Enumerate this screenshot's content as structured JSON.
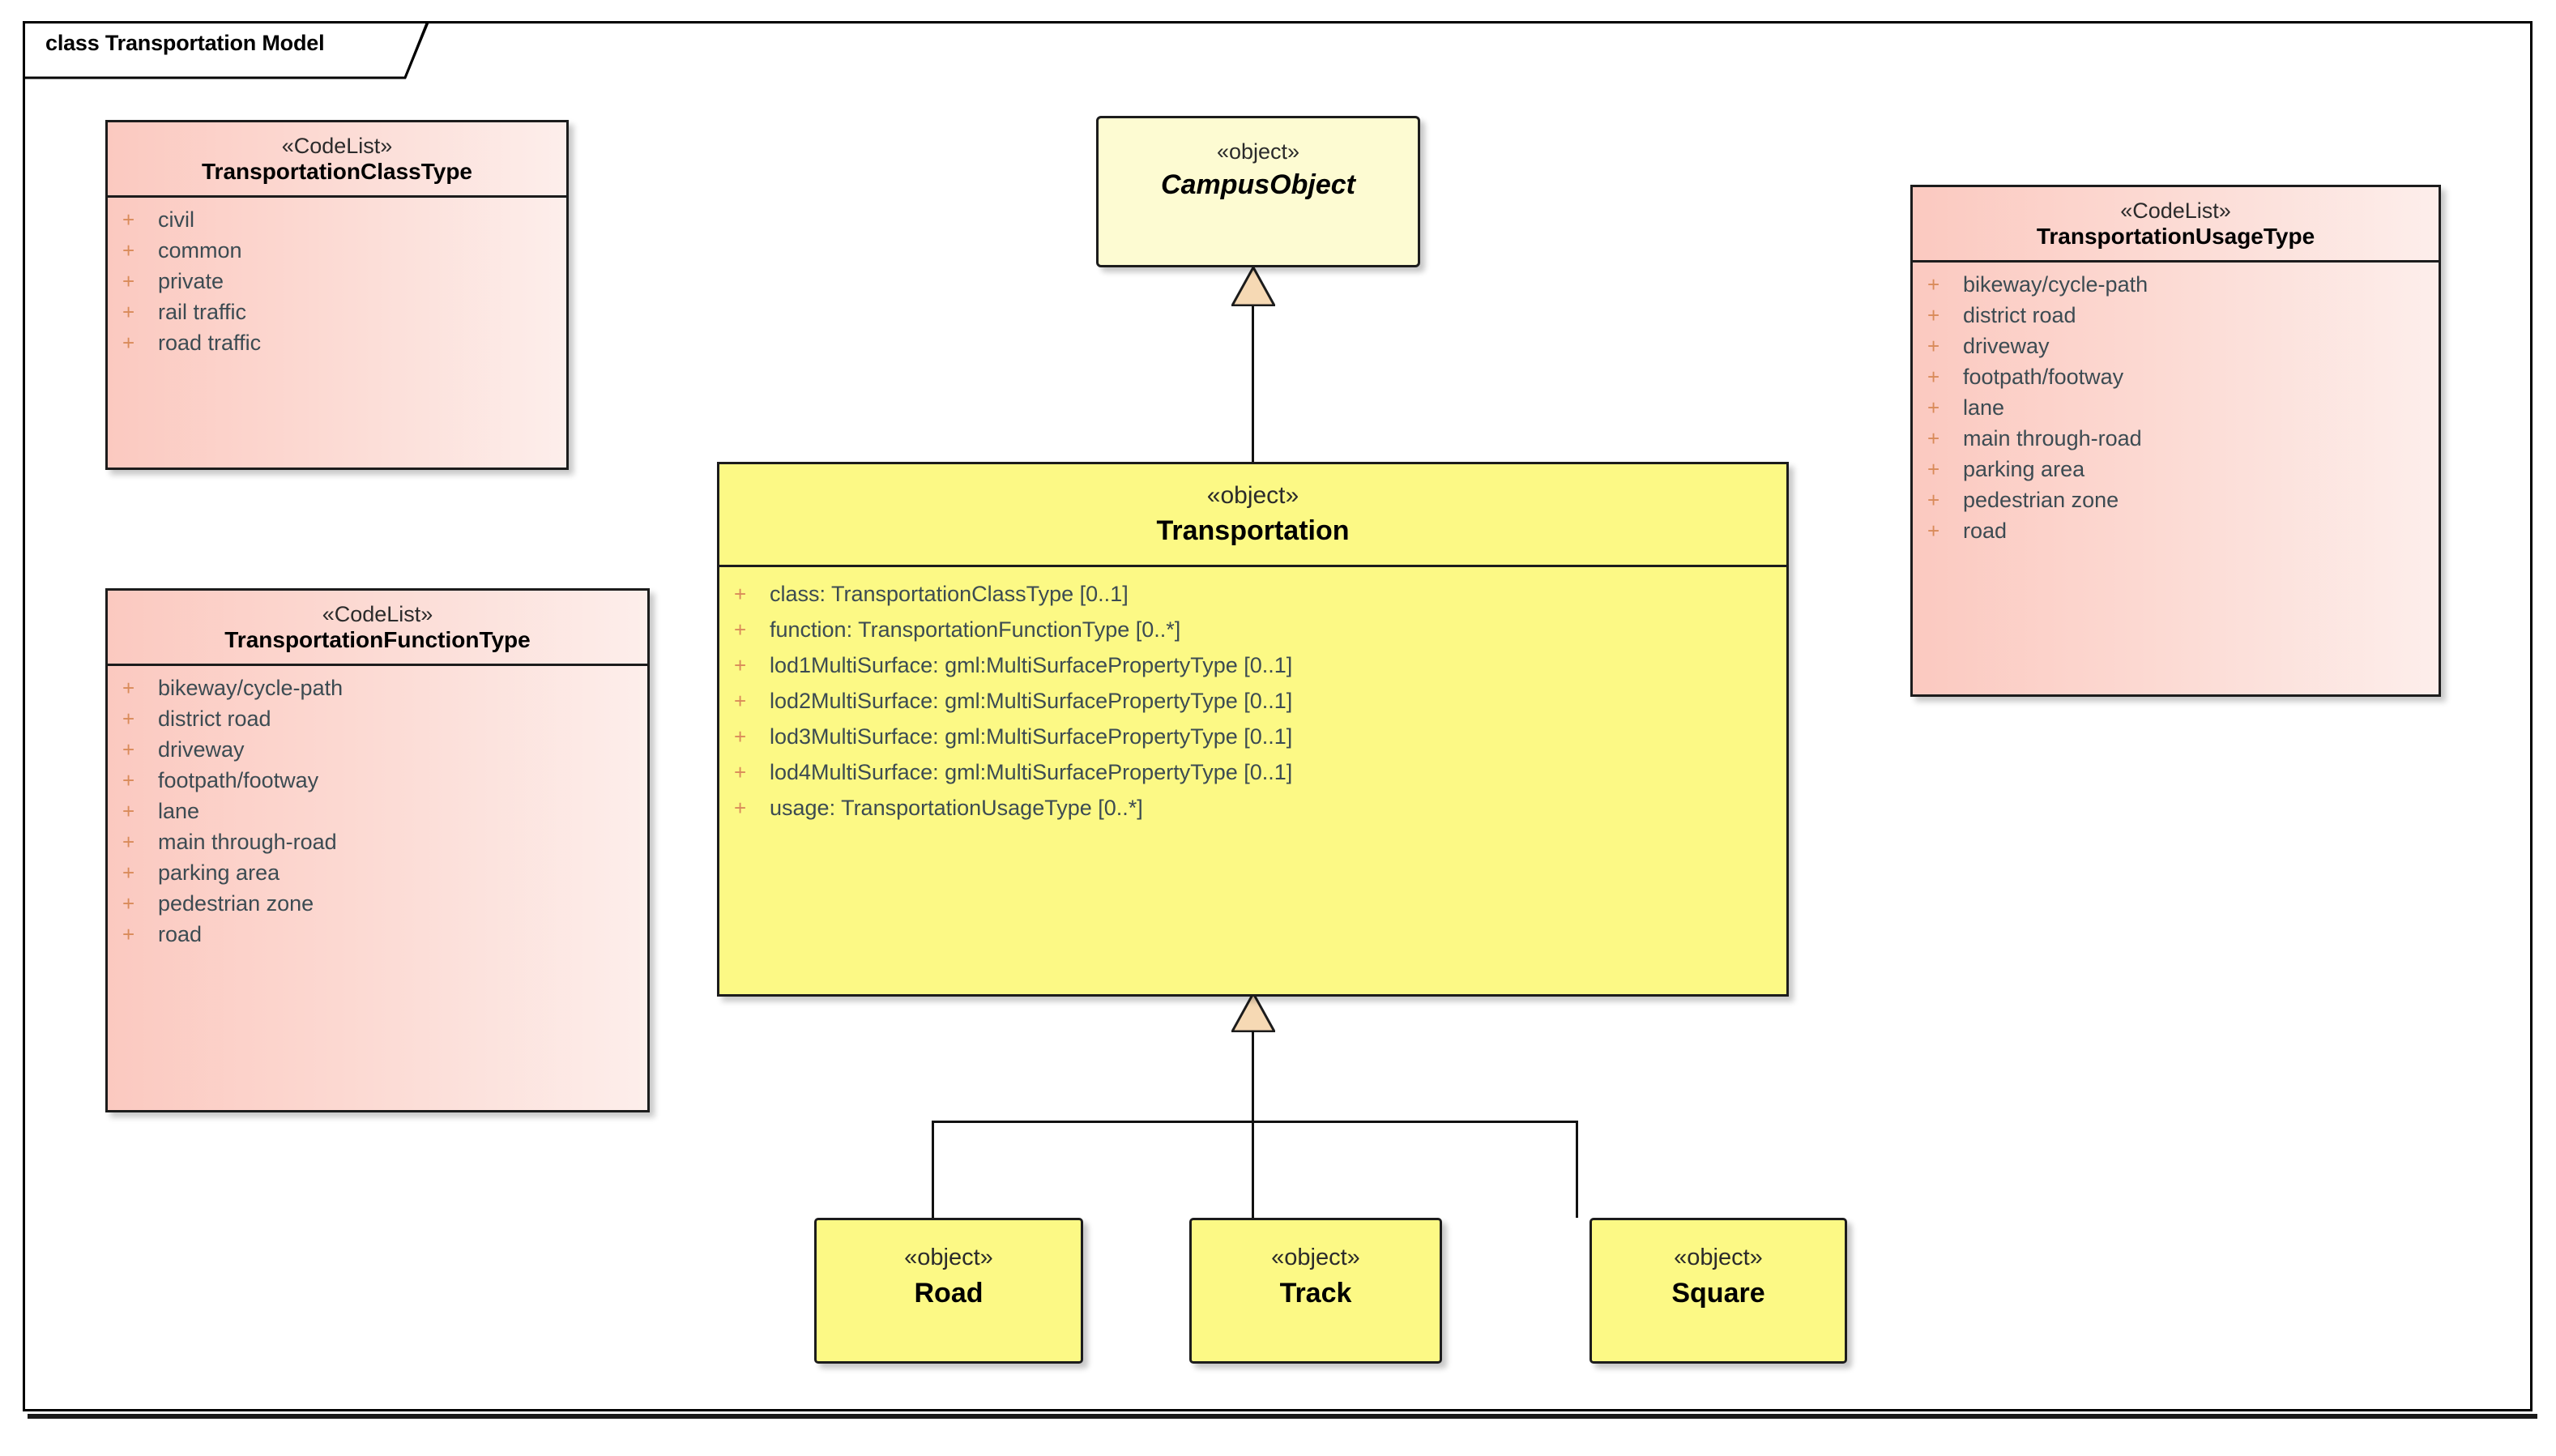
{
  "frame": {
    "title": "class Transportation Model"
  },
  "nodes": {
    "transportation_class_type": {
      "stereotype": "«CodeList»",
      "name": "TransportationClassType",
      "visibility": "+",
      "attributes": [
        "civil",
        "common",
        "private",
        "rail traffic",
        "road traffic"
      ]
    },
    "transportation_function_type": {
      "stereotype": "«CodeList»",
      "name": "TransportationFunctionType",
      "visibility": "+",
      "attributes": [
        "bikeway/cycle-path",
        "district road",
        "driveway",
        "footpath/footway",
        "lane",
        "main through-road",
        "parking area",
        "pedestrian zone",
        "road"
      ]
    },
    "transportation_usage_type": {
      "stereotype": "«CodeList»",
      "name": "TransportationUsageType",
      "visibility": "+",
      "attributes": [
        "bikeway/cycle-path",
        "district road",
        "driveway",
        "footpath/footway",
        "lane",
        "main through-road",
        "parking area",
        "pedestrian zone",
        "road"
      ]
    },
    "campus_object": {
      "stereotype": "«object»",
      "name": "CampusObject",
      "abstract": true
    },
    "transportation": {
      "stereotype": "«object»",
      "name": "Transportation",
      "visibility": "+",
      "attributes": [
        "class: TransportationClassType [0..1]",
        "function: TransportationFunctionType [0..*]",
        "lod1MultiSurface: gml:MultiSurfacePropertyType [0..1]",
        "lod2MultiSurface: gml:MultiSurfacePropertyType [0..1]",
        "lod3MultiSurface: gml:MultiSurfacePropertyType [0..1]",
        "lod4MultiSurface: gml:MultiSurfacePropertyType [0..1]",
        "usage: TransportationUsageType [0..*]"
      ]
    },
    "road": {
      "stereotype": "«object»",
      "name": "Road"
    },
    "track": {
      "stereotype": "«object»",
      "name": "Track"
    },
    "square": {
      "stereotype": "«object»",
      "name": "Square"
    }
  },
  "relationships": [
    {
      "kind": "generalization",
      "from": "Transportation",
      "to": "CampusObject"
    },
    {
      "kind": "generalization",
      "from": "Road",
      "to": "Transportation"
    },
    {
      "kind": "generalization",
      "from": "Track",
      "to": "Transportation"
    },
    {
      "kind": "generalization",
      "from": "Square",
      "to": "Transportation"
    }
  ],
  "colors": {
    "codelist_fill_left": "#fbc9c0",
    "codelist_fill_right": "#fdeeeb",
    "object_fill": "#fcf985",
    "abstract_object_fill": "#fdfbd2",
    "border": "#1c1c1c",
    "stereotype_text": "#2b2b2b",
    "attribute_text": "#3c4b52",
    "visibility_marker": "#d98b5a",
    "connector": "#111111",
    "arrow_fill": "#f6d9b4"
  }
}
